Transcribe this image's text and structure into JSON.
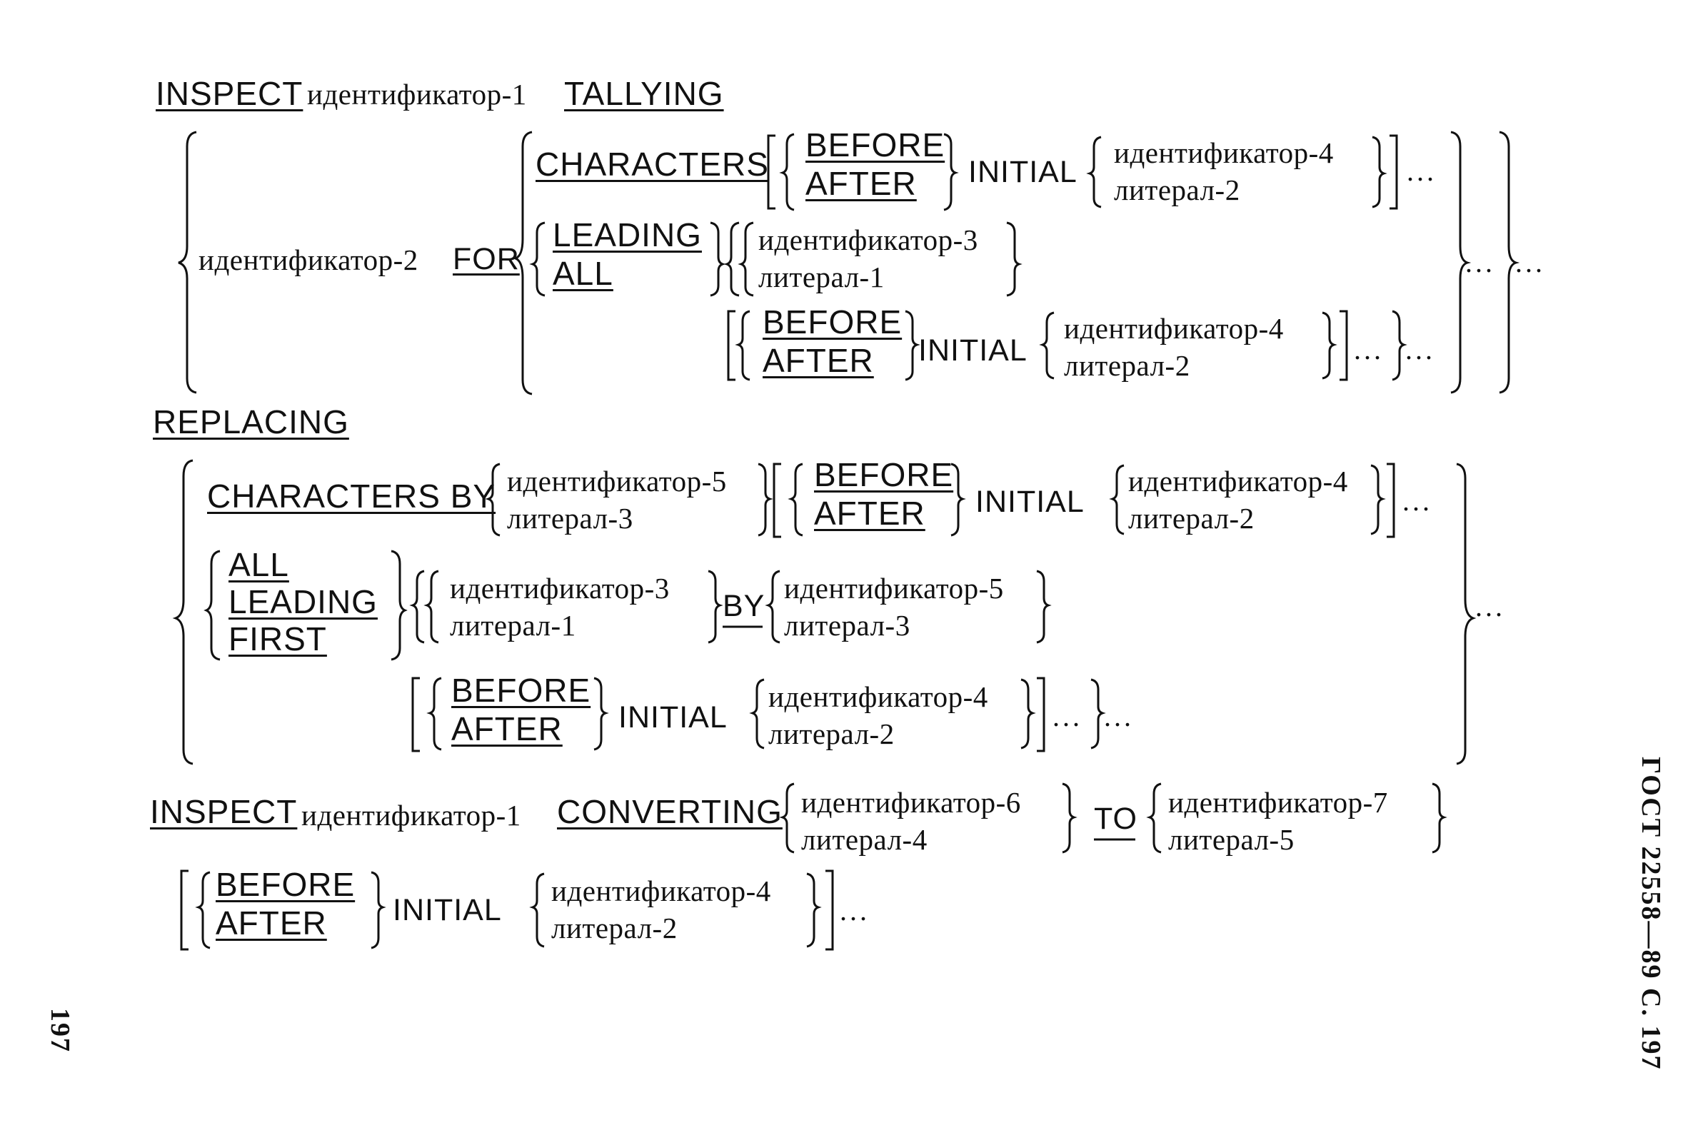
{
  "header": {
    "inspect": "INSPECT",
    "ident1": "идентификатор-1",
    "tallying": "TALLYING"
  },
  "tallying": {
    "ident2": "идентификатор-2",
    "for": "FOR",
    "characters": "CHARACTERS",
    "before": "BEFORE",
    "after": "AFTER",
    "initial": "INITIAL",
    "ident4": "идентификатор-4",
    "lit2": "литерал-2",
    "leading": "LEADING",
    "all": "ALL",
    "ident3": "идентификатор-3",
    "lit1": "литерал-1",
    "dots": "..."
  },
  "replacing": {
    "replacing": "REPLACING",
    "characters_by": "CHARACTERS BY",
    "ident5": "идентификатор-5",
    "lit3": "литерал-3",
    "before": "BEFORE",
    "after": "AFTER",
    "initial": "INITIAL",
    "ident4": "идентификатор-4",
    "lit2": "литерал-2",
    "all": "ALL",
    "leading": "LEADING",
    "first": "FIRST",
    "ident3": "идентификатор-3",
    "lit1": "литерал-1",
    "by": "BY",
    "dots": "..."
  },
  "converting": {
    "inspect": "INSPECT",
    "ident1": "идентификатор-1",
    "converting": "CONVERTING",
    "ident6": "идентификатор-6",
    "lit4": "литерал-4",
    "to": "TO",
    "ident7": "идентификатор-7",
    "lit5": "литерал-5",
    "before": "BEFORE",
    "after": "AFTER",
    "initial": "INITIAL",
    "ident4": "идентификатор-4",
    "lit2": "литерал-2",
    "dots": "..."
  },
  "margin": {
    "gost": "ГОСТ 22558—89 С. 197",
    "page_number": "197"
  }
}
